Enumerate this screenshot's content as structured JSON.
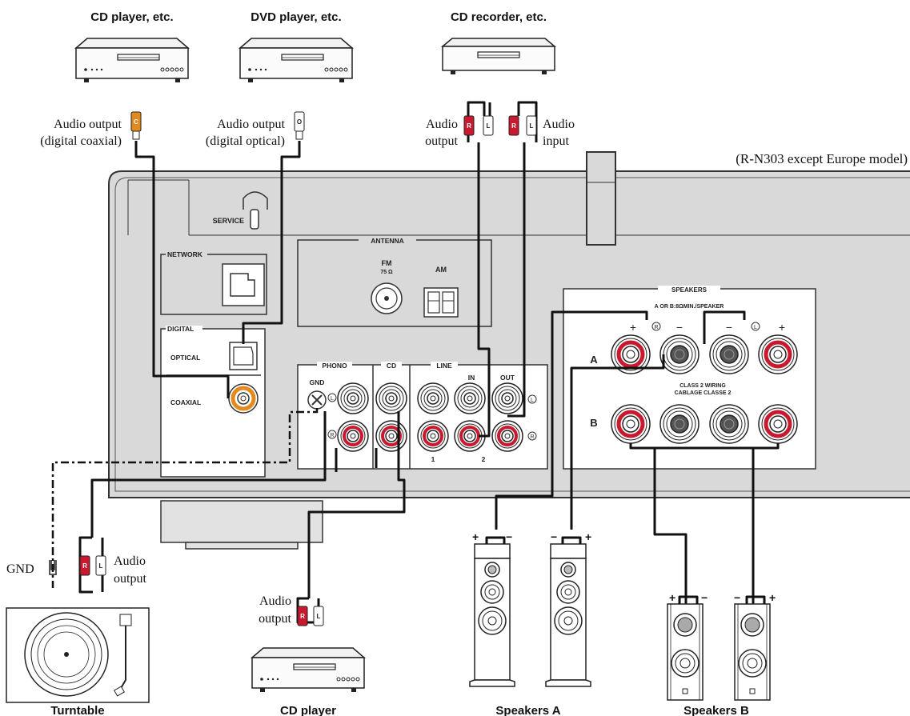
{
  "model_note": "(R-N303 except Europe model)",
  "devices": {
    "cd_player_etc": "CD player, etc.",
    "dvd_player_etc": "DVD player, etc.",
    "cd_recorder_etc": "CD recorder, etc.",
    "turntable": "Turntable",
    "cd_player": "CD player",
    "speakers_a": "Speakers A",
    "speakers_b": "Speakers B"
  },
  "connection_labels": {
    "coax_1": "Audio output",
    "coax_2": "(digital coaxial)",
    "optical_1": "Audio output",
    "optical_2": "(digital optical)",
    "rec_out_1": "Audio",
    "rec_out_2": "output",
    "rec_in_1": "Audio",
    "rec_in_2": "input",
    "gnd": "GND",
    "turntable_out_1": "Audio",
    "turntable_out_2": "output",
    "cd_out_1": "Audio",
    "cd_out_2": "output"
  },
  "panel": {
    "service": "SERVICE",
    "network": "NETWORK",
    "antenna": "ANTENNA",
    "fm": "FM",
    "fm_ohm": "75 Ω",
    "am": "AM",
    "digital": "DIGITAL",
    "optical": "OPTICAL",
    "coaxial": "COAXIAL",
    "phono": "PHONO",
    "gnd": "GND",
    "cd": "CD",
    "line": "LINE",
    "in": "IN",
    "out": "OUT",
    "line_1": "1",
    "line_2": "2",
    "speakers": "SPEAKERS",
    "speaker_spec": "A OR B:8ΩMIN./SPEAKER",
    "class2_1": "CLASS 2 WIRING",
    "class2_2": "CABLAGE CLASSE 2",
    "spk_a": "A",
    "spk_b": "B",
    "plus": "+",
    "minus": "−",
    "r_mark": "R",
    "l_mark": "L"
  },
  "plug_letters": {
    "coaxial": "C",
    "optical": "O",
    "red": "R",
    "white": "L"
  },
  "colors": {
    "panel": "#d9d9d9",
    "red_plug": "#c8192e",
    "orange_plug": "#e38a1e"
  }
}
